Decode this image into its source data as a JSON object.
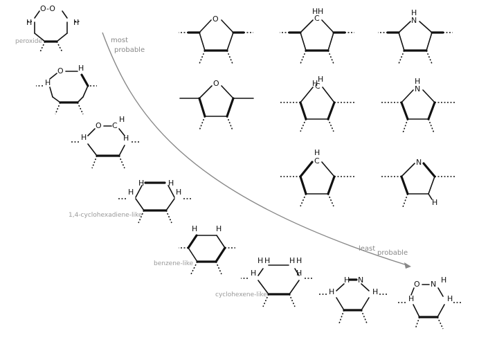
{
  "colors": {
    "ink": "#111111",
    "label": "#999999",
    "arrow": "#888888"
  },
  "arrow": {
    "start_label_line1": "most",
    "start_label_line2": "probable",
    "end_label_line1": "least",
    "end_label_line2": "probable"
  },
  "labels": {
    "peroxide": "peroxide",
    "cyclohexadiene": "1,4-cyclohexadiene-like",
    "benzene": "benzene-like",
    "cyclohexene": "cyclohexene-like"
  },
  "atoms": {
    "O": "O",
    "H": "H",
    "N": "N",
    "C": "C",
    "O_O": "O-O",
    "O_C": "O",
    "HC_H": "C",
    "H2": "H",
    "ring_O": "O",
    "ring_HN": "H",
    "ring_N": "N",
    "HC": "H",
    "C_top": "C"
  }
}
